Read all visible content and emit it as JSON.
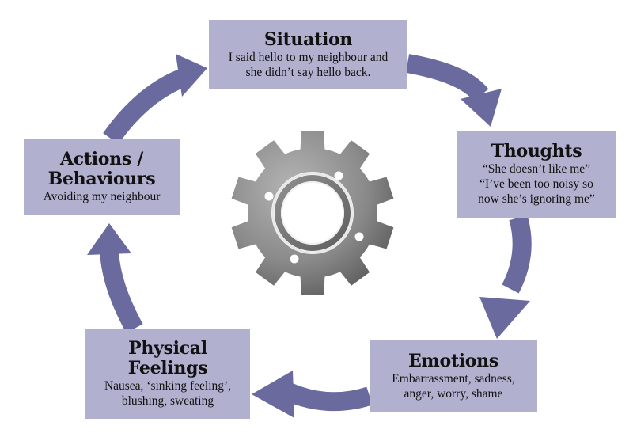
{
  "diagram": {
    "colors": {
      "box_fill": "#b1b0cf",
      "arrow": "#6b6a9e",
      "gear_light": "#a9a9a9",
      "gear_dark": "#5e5e5e"
    },
    "situation": {
      "title": "Situation",
      "body": "I said hello to my neighbour and\nshe didn’t say hello back."
    },
    "thoughts": {
      "title": "Thoughts",
      "body": "“She doesn’t like me”\n“I’ve been too noisy so\nnow she’s ignoring me”"
    },
    "emotions": {
      "title": "Emotions",
      "body": "Embarrassment, sadness,\nanger, worry, shame"
    },
    "physical": {
      "title": "Physical\nFeelings",
      "body": "Nausea, ‘sinking feeling’,\nblushing, sweating"
    },
    "actions": {
      "title": "Actions /\nBehaviours",
      "body": "Avoiding my neighbour"
    },
    "center_icon": "gear-icon"
  }
}
